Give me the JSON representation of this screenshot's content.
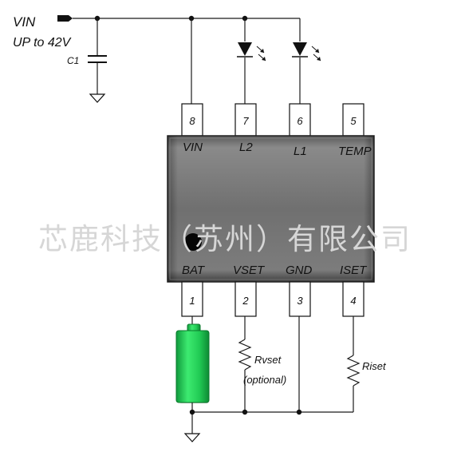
{
  "source_label": "VIN",
  "source_rating": "UP to 42V",
  "capacitor_label": "C1",
  "chip_pins_top": [
    {
      "number": "8",
      "name": "VIN"
    },
    {
      "number": "7",
      "name": "L2"
    },
    {
      "number": "6",
      "name": "L1"
    },
    {
      "number": "5",
      "name": "TEMP"
    }
  ],
  "chip_pins_bottom": [
    {
      "number": "1",
      "name": "BAT"
    },
    {
      "number": "2",
      "name": "VSET"
    },
    {
      "number": "3",
      "name": "GND"
    },
    {
      "number": "4",
      "name": "ISET"
    }
  ],
  "rvset_label": "Rvset",
  "rvset_note": "(optional)",
  "riset_label": "Riset",
  "watermark": "芯鹿科技（苏州）有限公司",
  "colors": {
    "chip_body": "#6e6e6e",
    "battery": "#22cc55",
    "watermark": "#d6d6d6"
  }
}
